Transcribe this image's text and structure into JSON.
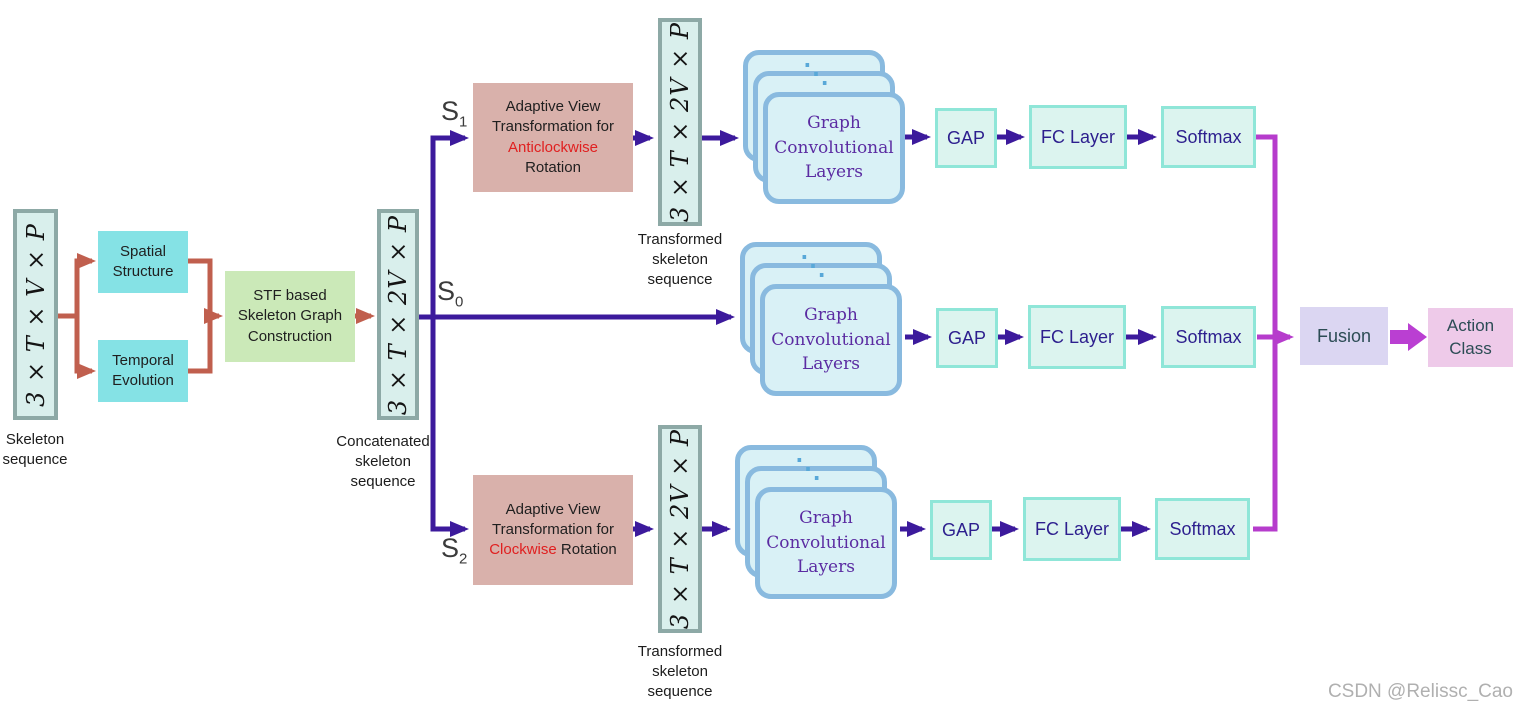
{
  "watermark": "CSDN @Relissc_Cao",
  "input": {
    "dim": "3 × T × V × P",
    "caption": "Skeleton\nsequence"
  },
  "spatial": {
    "label": "Spatial\nStructure"
  },
  "temporal": {
    "label": "Temporal\nEvolution"
  },
  "stf": {
    "label": "STF based\nSkeleton Graph\nConstruction"
  },
  "concat": {
    "dim": "3 × T × 2V × P",
    "caption": "Concatenated\nskeleton\nsequence"
  },
  "branch_labels": {
    "s1": {
      "base": "S",
      "sub": "1"
    },
    "s0": {
      "base": "S",
      "sub": "0"
    },
    "s2": {
      "base": "S",
      "sub": "2"
    }
  },
  "avt_top": {
    "line1": "Adaptive View",
    "line2": "Transformation for",
    "highlight": "Anticlockwise",
    "line3": "Rotation"
  },
  "avt_bottom": {
    "line1": "Adaptive View",
    "line2": "Transformation for",
    "highlight": "Clockwise",
    "rest": " Rotation"
  },
  "transformed_top": {
    "dim": "3 × T × 2V × P",
    "caption": "Transformed\nskeleton\nsequence"
  },
  "transformed_bottom": {
    "dim": "3 × T × 2V × P",
    "caption": "Transformed\nskeleton\nsequence"
  },
  "gcn": {
    "label": "Graph\nConvolutional\nLayers",
    "dots": "⋱"
  },
  "pipeline": {
    "gap": "GAP",
    "fc": "FC Layer",
    "softmax": "Softmax"
  },
  "fusion": {
    "label": "Fusion"
  },
  "action": {
    "label": "Action\nClass"
  },
  "colors": {
    "purple_arrow": "#3c1a9c",
    "red_arrow": "#c05f4e",
    "magenta_arrow": "#b63ccc",
    "thick_arrow": "#ba3fd2",
    "highlight_text": "#e02020",
    "dim_box_fill": "#d9efec",
    "dim_box_border": "#8da9a6",
    "cyan_box": "#85e2e5",
    "green_box": "#cbe9b8",
    "pink_box": "#d9b1ab",
    "gcn_fill": "#d9f1f6",
    "gcn_border": "#89badf",
    "mini_fill": "#dcf4ef",
    "mini_border": "#8fe6d8",
    "fusion_fill": "#dbd6f2",
    "action_fill": "#eecae9"
  }
}
